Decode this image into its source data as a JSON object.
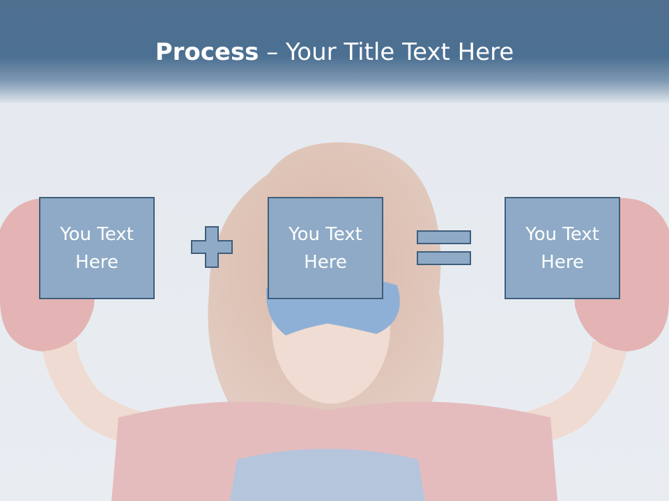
{
  "slide": {
    "title_bold": "Process",
    "title_rest": " – Your Title Text Here"
  },
  "process": {
    "boxes": [
      {
        "text": "You Text Here"
      },
      {
        "text": "You Text Here"
      },
      {
        "text": "You Text Here"
      }
    ],
    "operators": [
      "plus-icon",
      "equals-icon"
    ]
  },
  "colors": {
    "header": "#4c7092",
    "box_fill": "#8eaac6",
    "box_border": "#3f5d7b",
    "title_text": "#ffffff"
  }
}
